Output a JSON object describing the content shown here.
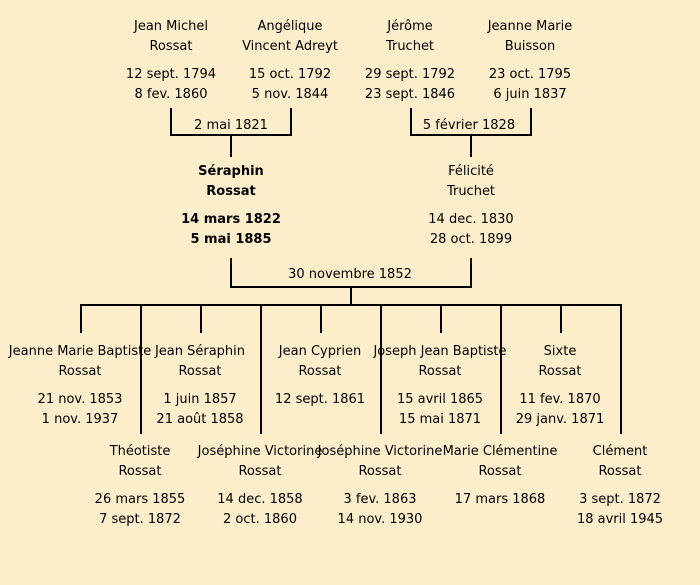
{
  "grandparents": [
    {
      "name1": "Jean Michel",
      "name2": "Rossat",
      "birth": "12 sept. 1794",
      "death": "8 fev. 1860"
    },
    {
      "name1": "Angélique",
      "name2": "Vincent Adreyt",
      "birth": "15 oct. 1792",
      "death": "5 nov. 1844"
    },
    {
      "name1": "Jérôme",
      "name2": "Truchet",
      "birth": "29 sept. 1792",
      "death": "23 sept. 1846"
    },
    {
      "name1": "Jeanne Marie",
      "name2": "Buisson",
      "birth": "23 oct. 1795",
      "death": "6 juin 1837"
    }
  ],
  "grandparent_marriages": [
    "2 mai 1821",
    "5 février 1828"
  ],
  "parents": [
    {
      "name1": "Séraphin",
      "name2": "Rossat",
      "birth": "14 mars 1822",
      "death": "5 mai 1885"
    },
    {
      "name1": "Félicité",
      "name2": "Truchet",
      "birth": "14 dec. 1830",
      "death": "28 oct. 1899"
    }
  ],
  "parent_marriage": "30 novembre 1852",
  "children_upper": [
    {
      "name1": "Jeanne Marie Baptiste",
      "name2": "Rossat",
      "birth": "21 nov. 1853",
      "death": "1 nov. 1937"
    },
    {
      "name1": "Jean Séraphin",
      "name2": "Rossat",
      "birth": "1 juin 1857",
      "death": "21 août 1858"
    },
    {
      "name1": "Jean Cyprien",
      "name2": "Rossat",
      "birth": "12 sept. 1861",
      "death": ""
    },
    {
      "name1": "Joseph Jean Baptiste",
      "name2": "Rossat",
      "birth": "15 avril 1865",
      "death": "15 mai 1871"
    },
    {
      "name1": "Sixte",
      "name2": "Rossat",
      "birth": "11 fev. 1870",
      "death": "29 janv. 1871"
    }
  ],
  "children_lower": [
    {
      "name1": "Théotiste",
      "name2": "Rossat",
      "birth": "26 mars 1855",
      "death": "7 sept. 1872"
    },
    {
      "name1": "Joséphine Victorine",
      "name2": "Rossat",
      "birth": "14 dec. 1858",
      "death": "2 oct. 1860"
    },
    {
      "name1": "Joséphine Victorine",
      "name2": "Rossat",
      "birth": "3 fev. 1863",
      "death": "14 nov. 1930"
    },
    {
      "name1": "Marie Clémentine",
      "name2": "Rossat",
      "birth": "17 mars 1868",
      "death": ""
    },
    {
      "name1": "Clément",
      "name2": "Rossat",
      "birth": "3 sept. 1872",
      "death": "18 avril 1945"
    }
  ]
}
